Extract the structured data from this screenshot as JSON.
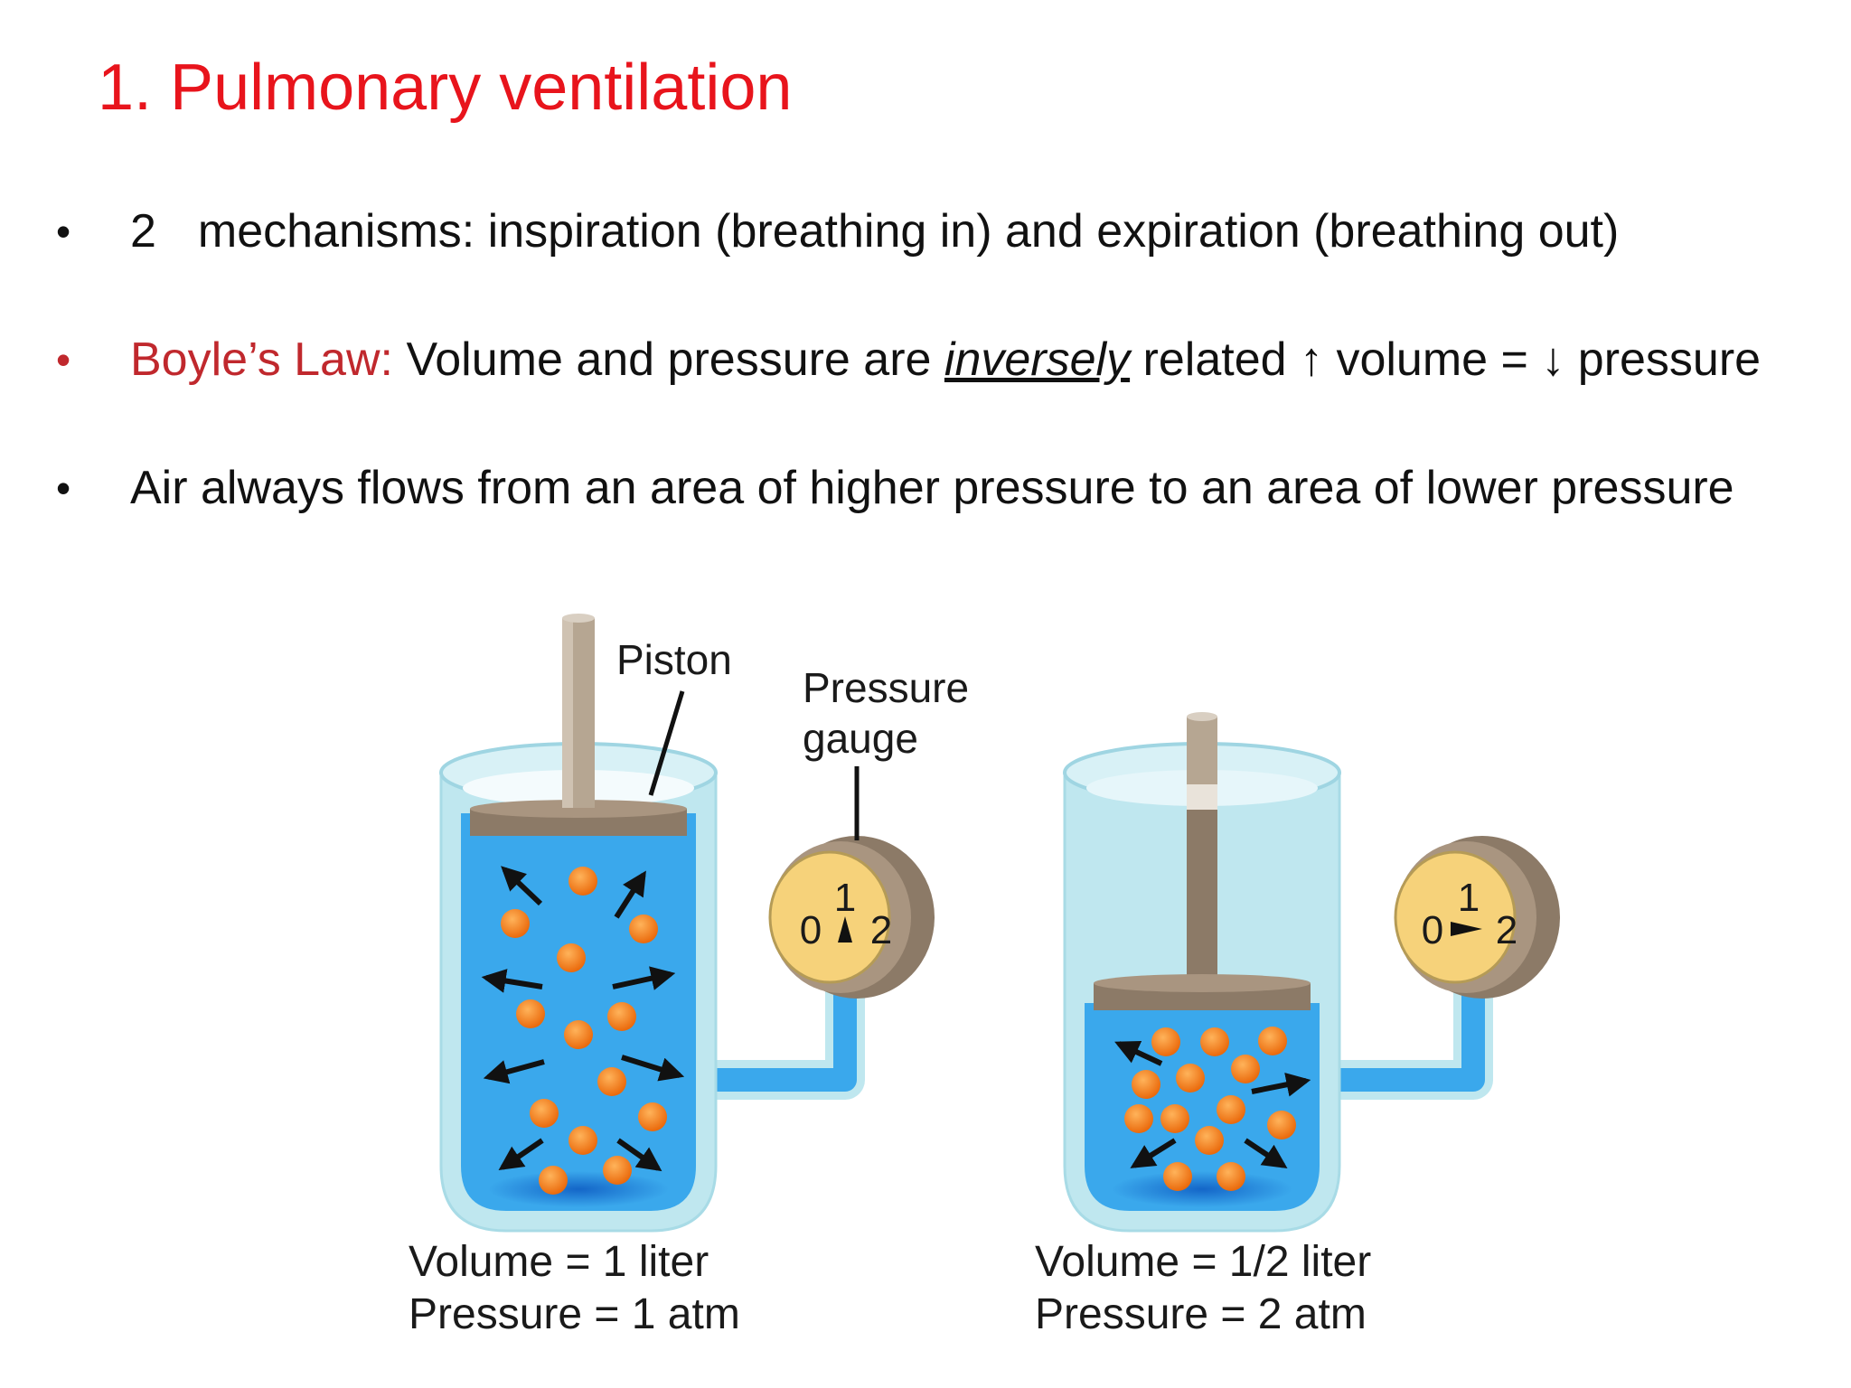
{
  "slide": {
    "title": "1. Pulmonary ventilation"
  },
  "bullets": [
    {
      "number": "2",
      "text": "mechanisms: inspiration (breathing in) and expiration  (breathing out)"
    },
    {
      "label": "Boyle’s Law:",
      "text_before": "Volume and pressure are",
      "emphasis": "inversely",
      "text_after": "related ↑ volume = ↓ pressure"
    },
    {
      "text": "Air always flows from an area of higher pressure to an area of lower pressure"
    }
  ],
  "diagram": {
    "labels": {
      "piston": "Piston",
      "gauge_line1": "Pressure",
      "gauge_line2": "gauge"
    },
    "left_cylinder": {
      "volume_text": "Volume = 1 liter",
      "pressure_text": "Pressure = 1 atm",
      "gauge": {
        "min": "0",
        "mid": "1",
        "max": "2",
        "reading": 1
      }
    },
    "right_cylinder": {
      "volume_text": "Volume = 1/2 liter",
      "pressure_text": "Pressure = 2 atm",
      "gauge": {
        "min": "0",
        "mid": "1",
        "max": "2",
        "reading": 2
      }
    },
    "colors": {
      "title_red": "#e8141c",
      "label_red": "#c0282d",
      "gas_blue": "#3aa8ec",
      "glass": "#bfe7ef",
      "molecule": "#f27b1a",
      "piston": "#8c7a67",
      "gauge_face": "#f6d27a"
    }
  }
}
